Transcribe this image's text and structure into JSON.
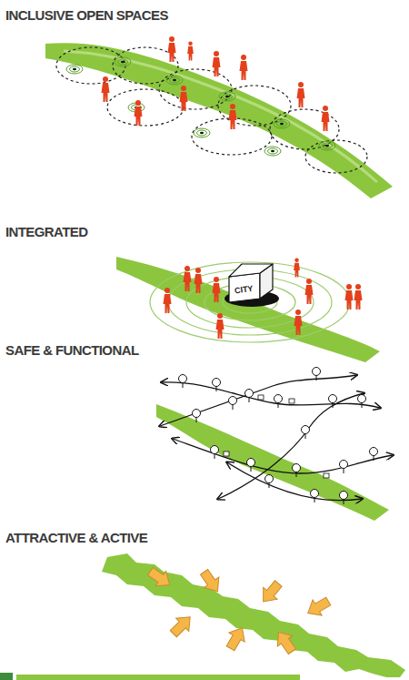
{
  "diagram": {
    "nodes": [
      {
        "text": [
          "CITY"
        ]
      }
    ],
    "labels": [
      "INCLUSIVE OPEN SPACES",
      "INTEGRATED",
      "SAFE & FUNCTIONAL",
      "ATTRACTIVE & ACTIVE"
    ]
  }
}
